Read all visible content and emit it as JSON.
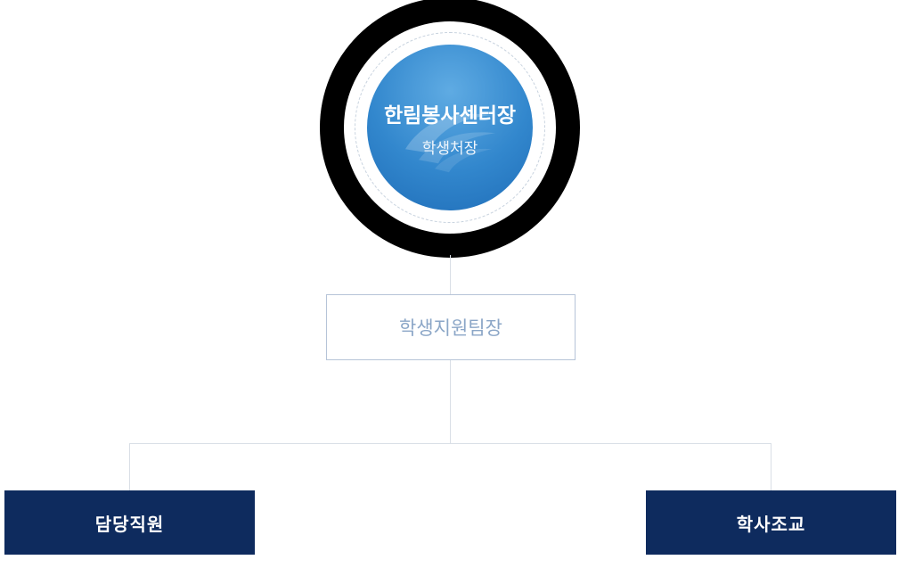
{
  "org_chart": {
    "root_node": {
      "title": "한림봉사센터장",
      "subtitle": "학생처장"
    },
    "middle_node": {
      "label": "학생지원팀장"
    },
    "leaf_nodes": [
      {
        "label": "담당직원"
      },
      {
        "label": "학사조교"
      }
    ],
    "icons": {
      "watermark": "university-emblem-swirl"
    },
    "colors": {
      "root_ring": "#000000",
      "root_circle_top": "#5fabe3",
      "root_circle_bottom": "#1f6db8",
      "dashed_ring": "#c7d2de",
      "connector_line": "#d9dfe6",
      "middle_box_border": "#b6c4d8",
      "middle_label_text": "#8ba6c7",
      "leaf_box_background": "#0e2b5e",
      "leaf_label_text": "#ffffff"
    }
  }
}
